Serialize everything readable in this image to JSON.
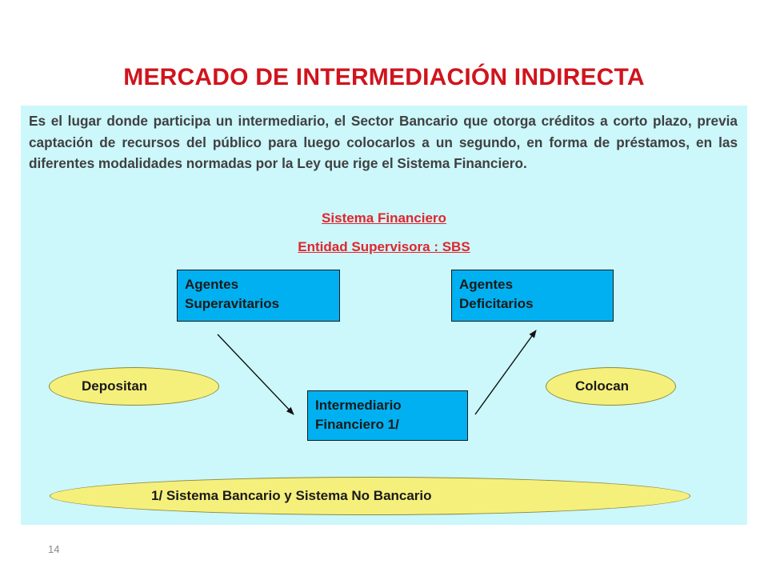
{
  "slide": {
    "title": "MERCADO DE INTERMEDIACIÓN INDIRECTA",
    "paragraph": "Es el lugar donde participa un intermediario, el Sector Bancario que otorga créditos a corto plazo, previa captación de recursos del público para luego colocarlos a un segundo, en forma de préstamos, en las diferentes modalidades normadas por la Ley que rige el Sistema Financiero.",
    "system_label": "Sistema Financiero",
    "supervisor_label": "Entidad Supervisora : SBS",
    "page_number": "14"
  },
  "diagram": {
    "box_superavit": {
      "line1": "Agentes",
      "line2": "Superavitarios"
    },
    "box_deficit": {
      "line1": "Agentes",
      "line2": "Deficitarios"
    },
    "box_intermediary": {
      "line1": "Intermediario",
      "line2": "Financiero 1/"
    },
    "oval_left": "Depositan",
    "oval_right": "Colocan",
    "oval_bottom": "1/ Sistema Bancario y Sistema No Bancario"
  },
  "colors": {
    "title": "#d0141d",
    "panel": "#ccf7fb",
    "box": "#00b0f0",
    "oval": "#f5f07c",
    "link": "#e0262c"
  }
}
